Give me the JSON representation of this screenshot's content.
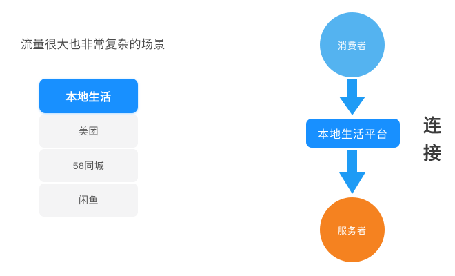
{
  "slide": {
    "background_color": "#ffffff"
  },
  "left_panel": {
    "title": "流量很大也非常复杂的场景",
    "title_color": "#4a4a4a",
    "list": [
      {
        "label": "本地生活",
        "active": true,
        "bg": "#1890ff",
        "text_color": "#ffffff"
      },
      {
        "label": "美团",
        "active": false,
        "bg": "#f4f4f5",
        "text_color": "#555555"
      },
      {
        "label": "58同城",
        "active": false,
        "bg": "#f4f4f5",
        "text_color": "#555555"
      },
      {
        "label": "闲鱼",
        "active": false,
        "bg": "#f4f4f5",
        "text_color": "#555555"
      }
    ]
  },
  "flow": {
    "consumer": {
      "label": "消费者",
      "color": "#54b3f0",
      "shape": "circle"
    },
    "platform": {
      "label": "本地生活平台",
      "color": "#1890ff",
      "shape": "rounded-rect"
    },
    "provider": {
      "label": "服务者",
      "color": "#f58220",
      "shape": "circle"
    },
    "arrow_color": "#1e9bf5",
    "arrows": [
      {
        "from": "consumer",
        "to": "platform",
        "direction": "down"
      },
      {
        "from": "platform",
        "to": "provider",
        "direction": "down"
      }
    ],
    "side_label": {
      "chars": [
        "连",
        "接"
      ],
      "text": "连接",
      "color": "#3c3c3c",
      "orientation": "vertical"
    }
  }
}
